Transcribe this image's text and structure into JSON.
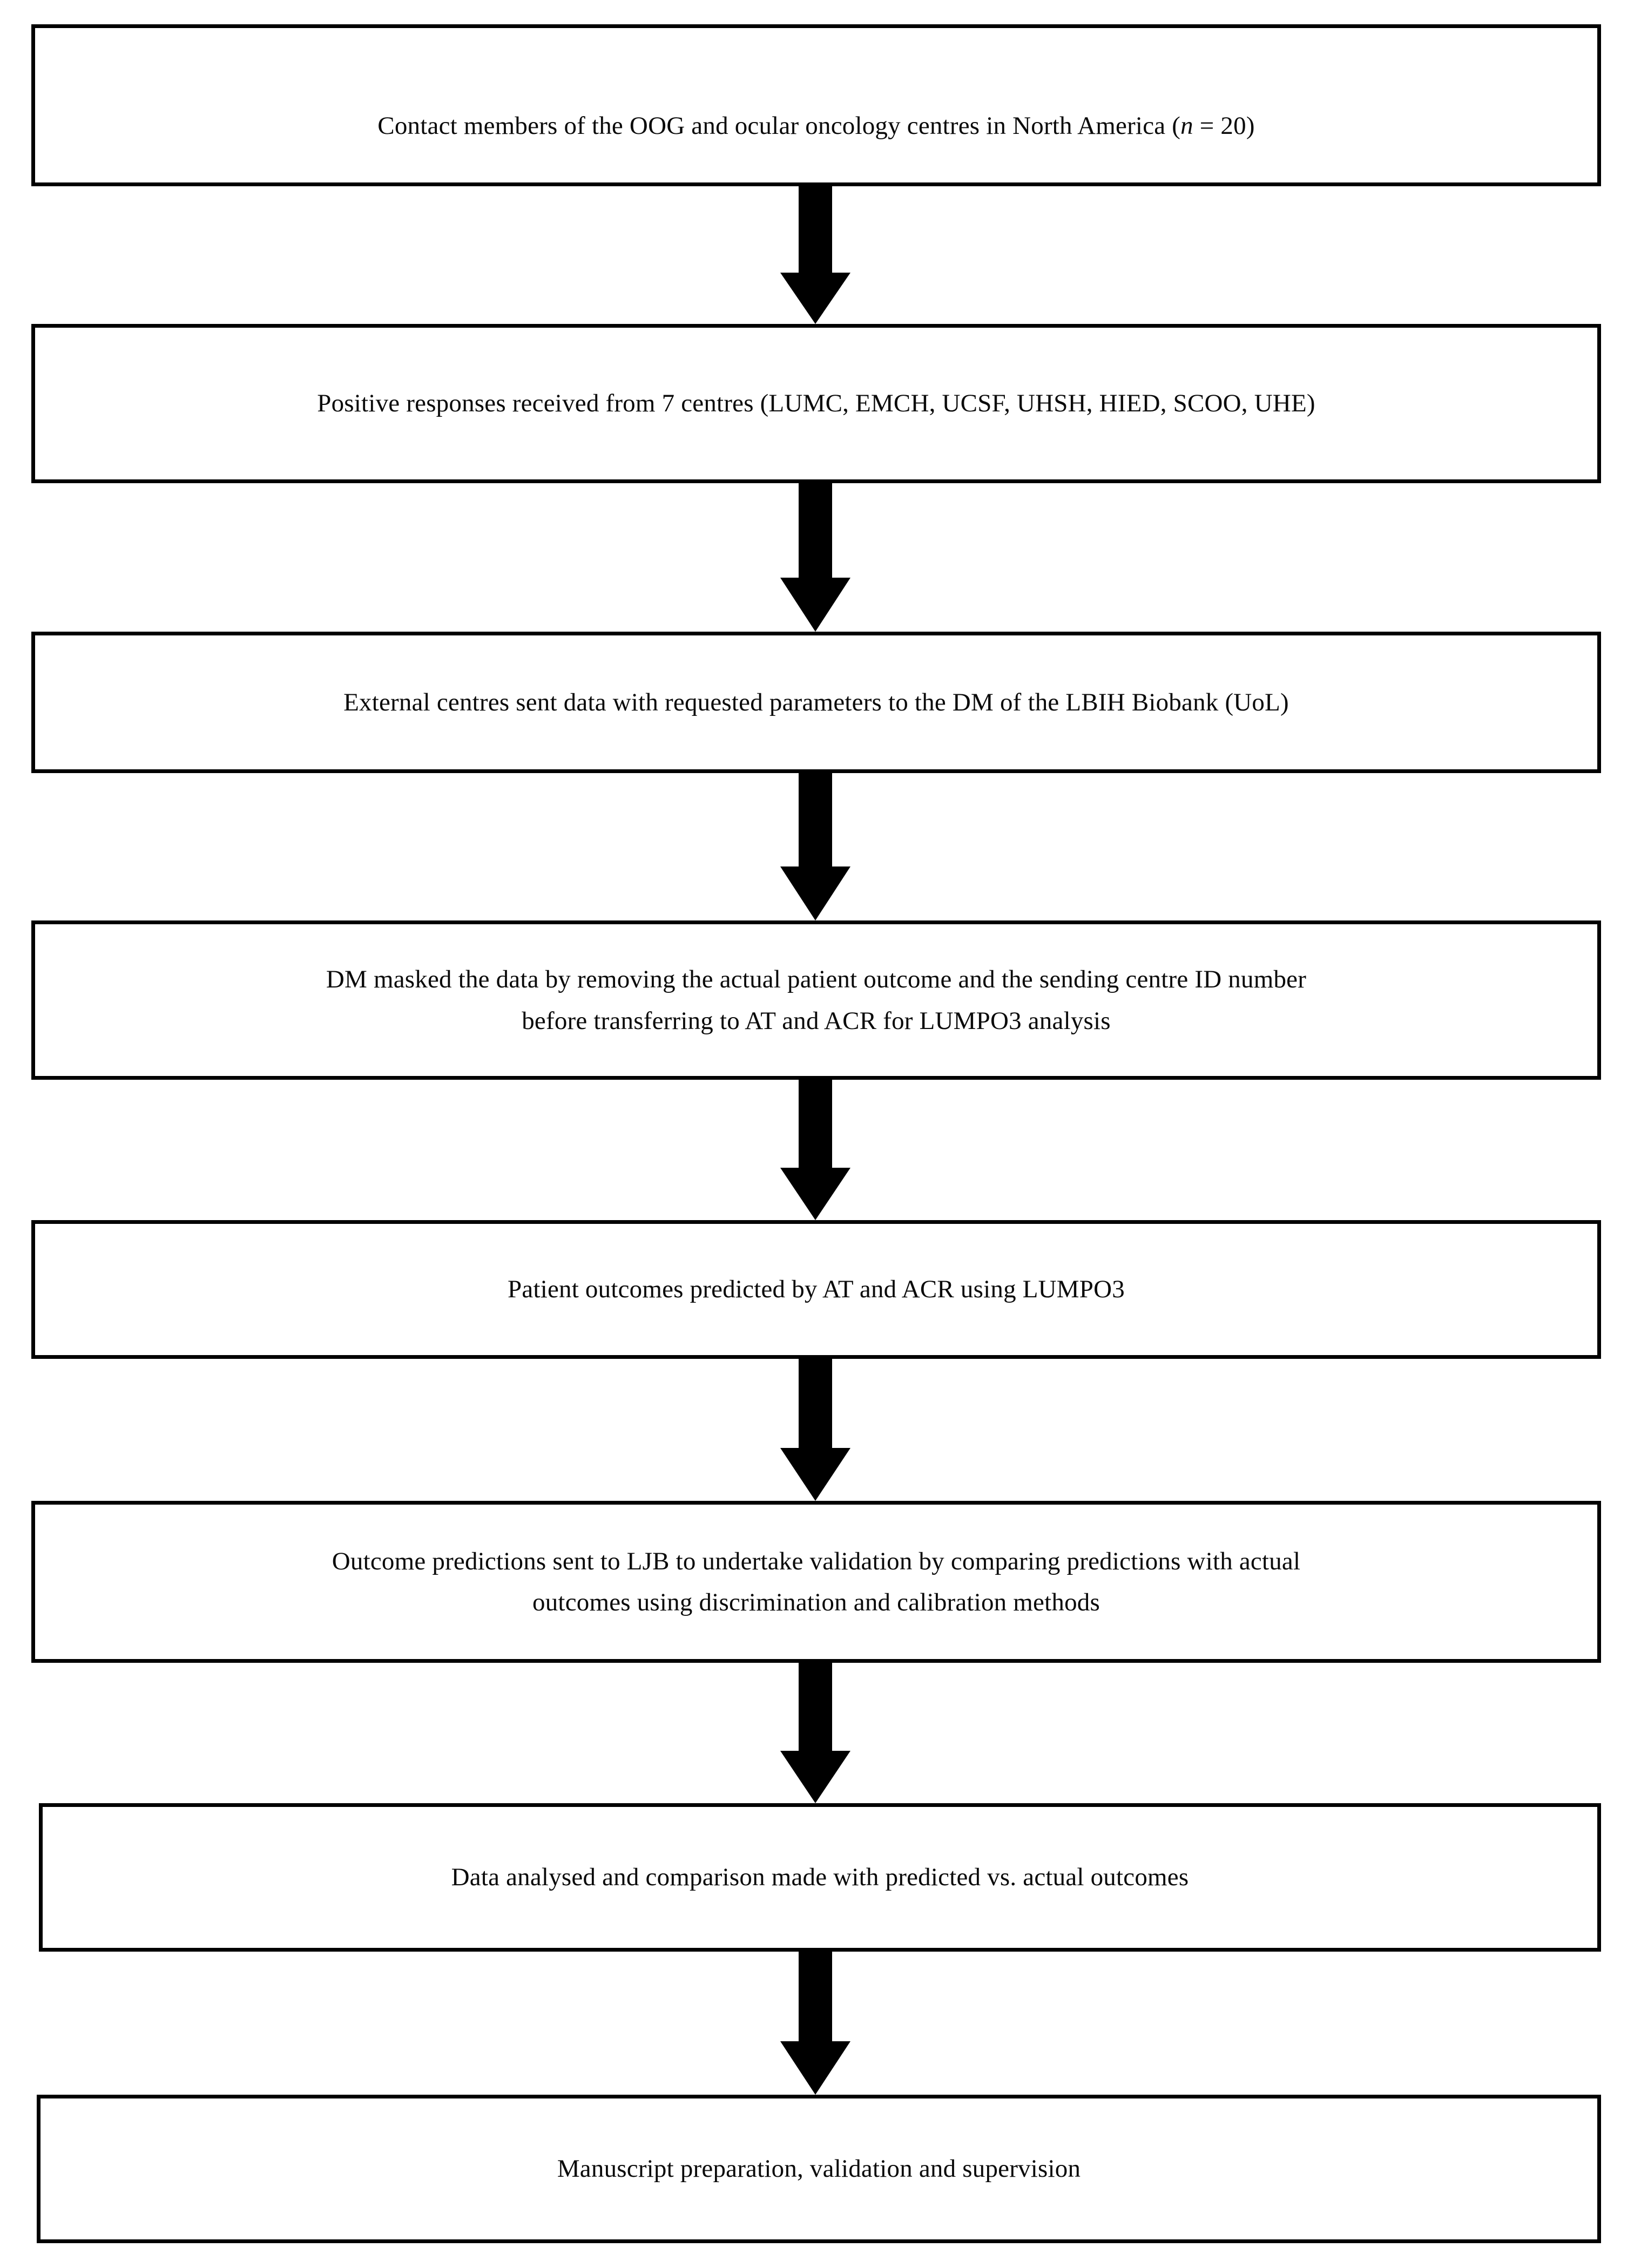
{
  "diagram": {
    "title": "Study workflow flowchart",
    "orientation": "vertical-top-down",
    "background_color": "#ffffff",
    "border_color": "#000000",
    "text_color": "#0a0a0a",
    "arrow_color": "#000000",
    "nodes": [
      {
        "id": "node-1",
        "name": "contact-members",
        "text": "Contact members of the OOG and ocular oncology centres in North America (n = 20)",
        "text_before_italic": "Contact members of the OOG and ocular oncology centres in North America (",
        "italic_token": "n",
        "text_after_italic": " = 20)",
        "lines": 1
      },
      {
        "id": "node-2",
        "name": "positive-responses",
        "text": "Positive responses received from 7 centres (LUMC,  EMCH,  UCSF,  UHSH,  HIED,  SCOO,  UHE)",
        "lines": 1
      },
      {
        "id": "node-3",
        "name": "external-centres-sent-data",
        "text": "External centres sent data with requested parameters to the DM  of the LBIH  Biobank (UoL)",
        "lines": 1
      },
      {
        "id": "node-4",
        "name": "dm-masked-data",
        "text": "DM masked the data by removing the actual patient outcome and the sending centre ID number\nbefore transferring to AT and ACR  for LUMPO3  analysis",
        "lines": 2
      },
      {
        "id": "node-5",
        "name": "patient-outcomes-predicted",
        "text": "Patient outcomes predicted by AT and ACR using LUMPO3",
        "lines": 1
      },
      {
        "id": "node-6",
        "name": "outcome-predictions-sent",
        "text": "Outcome predictions sent to LJB  to undertake validation by comparing predictions with actual\noutcomes using discrimination and calibration methods",
        "lines": 2
      },
      {
        "id": "node-7",
        "name": "data-analysed",
        "text": "Data analysed and comparison made with predicted vs. actual outcomes",
        "lines": 1
      },
      {
        "id": "node-8",
        "name": "manuscript-preparation",
        "text": "Manuscript preparation, validation and supervision",
        "lines": 1
      }
    ],
    "connectors": [
      {
        "id": "arrow-1",
        "name": "arrow-node1-to-node2",
        "from": "node-1",
        "to": "node-2",
        "direction": "down",
        "style": "block-arrow"
      },
      {
        "id": "arrow-2",
        "name": "arrow-node2-to-node3",
        "from": "node-2",
        "to": "node-3",
        "direction": "down",
        "style": "block-arrow"
      },
      {
        "id": "arrow-3",
        "name": "arrow-node3-to-node4",
        "from": "node-3",
        "to": "node-4",
        "direction": "down",
        "style": "block-arrow"
      },
      {
        "id": "arrow-4",
        "name": "arrow-node4-to-node5",
        "from": "node-4",
        "to": "node-5",
        "direction": "down",
        "style": "block-arrow"
      },
      {
        "id": "arrow-5",
        "name": "arrow-node5-to-node6",
        "from": "node-5",
        "to": "node-6",
        "direction": "down",
        "style": "block-arrow"
      },
      {
        "id": "arrow-6",
        "name": "arrow-node6-to-node7",
        "from": "node-6",
        "to": "node-7",
        "direction": "down",
        "style": "block-arrow"
      },
      {
        "id": "arrow-7",
        "name": "arrow-node7-to-node8",
        "from": "node-7",
        "to": "node-8",
        "direction": "down",
        "style": "block-arrow"
      }
    ]
  }
}
